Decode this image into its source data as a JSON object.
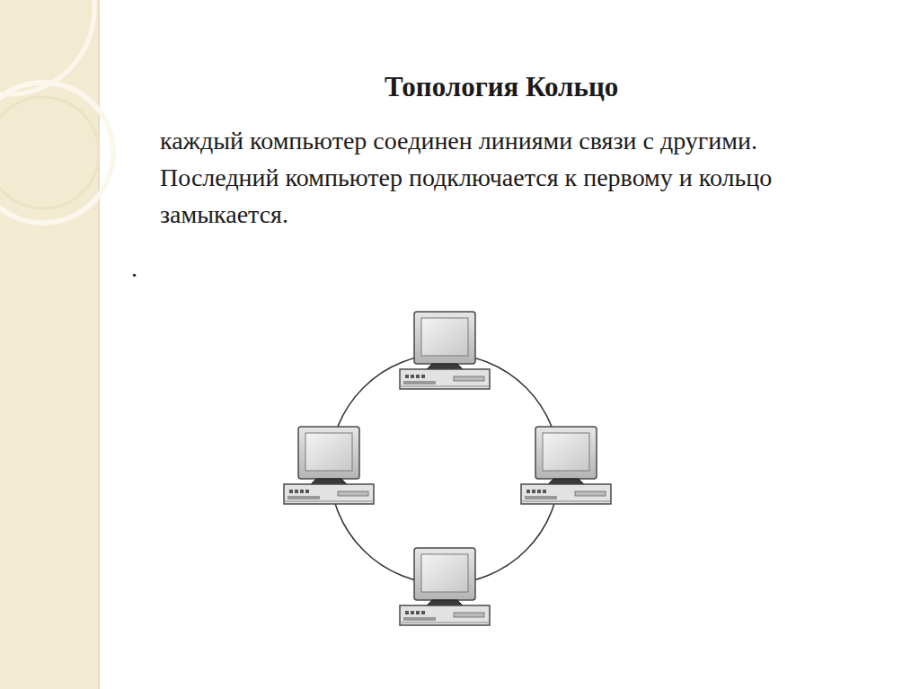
{
  "diagram": {
    "title": "Топология Кольцо",
    "labels": [
      "каждый компьютер соединен линиями связи с другими. Последний компьютер подключается к первому и кольцо замыкается.",
      "."
    ]
  }
}
